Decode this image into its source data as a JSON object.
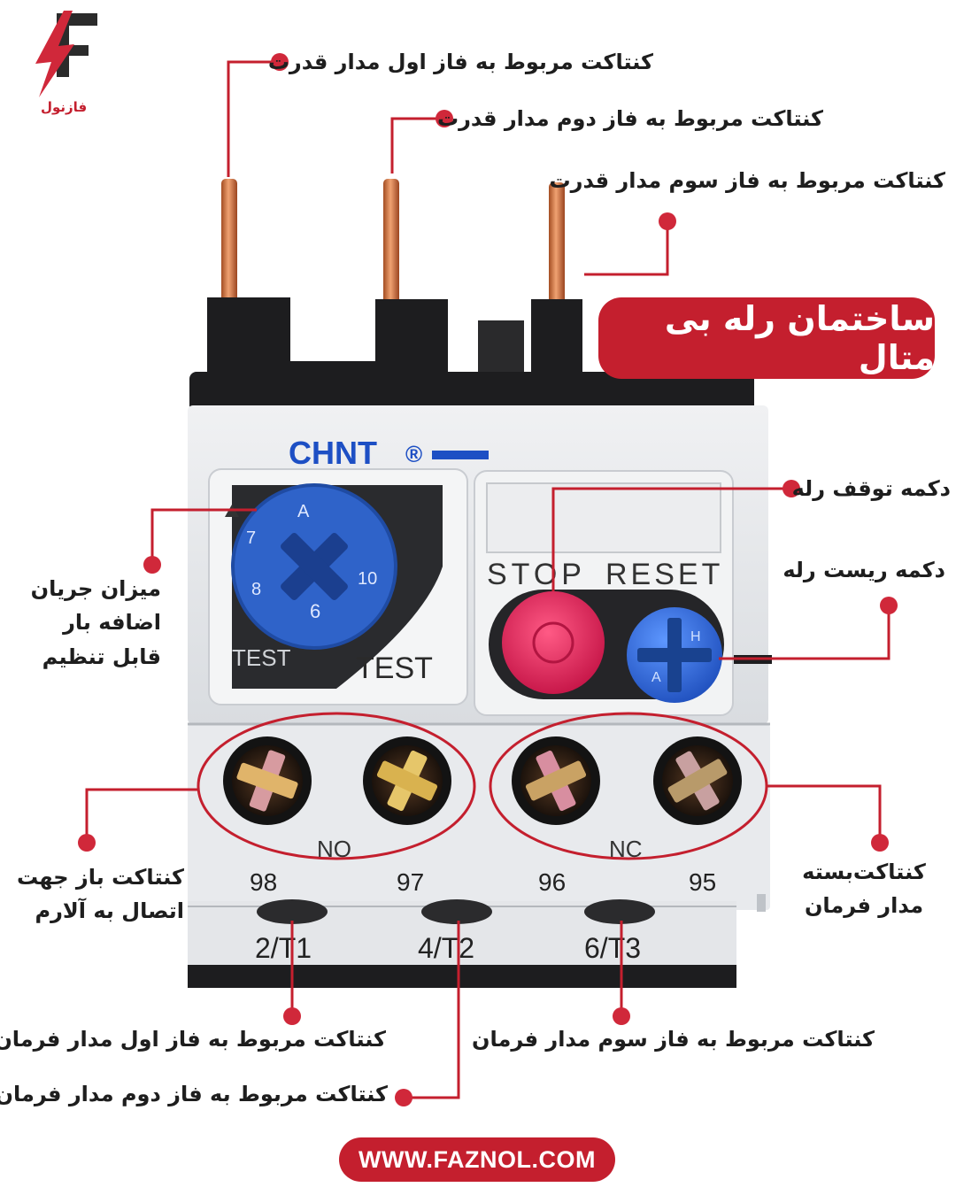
{
  "logo": {
    "text": "فازنول"
  },
  "title": "ساختمان رله بی متال",
  "website": "WWW.FAZNOL.COM",
  "device": {
    "brand": "CHNT",
    "brand_mark": "®",
    "stop_label": "STOP",
    "reset_label": "RESET",
    "test_small": "TEST",
    "test_large": "TEST",
    "dial_marks": [
      "A",
      "7",
      "8",
      "6",
      "10"
    ],
    "reset_letters": [
      "H",
      "A"
    ],
    "no_label": "NO",
    "nc_label": "NC",
    "aux_terminals": [
      "98",
      "97",
      "96",
      "95"
    ],
    "main_terminals": [
      "2/T1",
      "4/T2",
      "6/T3"
    ]
  },
  "labels": {
    "phase1_power": "کنتاکت مربوط به فاز اول مدار قدرت",
    "phase2_power": "کنتاکت مربوط به فاز دوم مدار قدرت",
    "phase3_power": "کنتاکت مربوط به فاز سوم مدار قدرت",
    "stop_button": "دکمه توقف رله",
    "reset_button": "دکمه ریست رله",
    "overload_line1": "میزان جریان",
    "overload_line2": "اضافه بار",
    "overload_line3": "قابل تنظیم",
    "no_contact_line1": "کنتاکت باز جهت",
    "no_contact_line2": "اتصال به آلارم",
    "nc_contact_line1": "کنتاکت‌بسته",
    "nc_contact_line2": "مدار فرمان",
    "phase1_control": "کنتاکت مربوط به فاز اول مدار فرمان",
    "phase2_control": "کنتاکت مربوط به فاز دوم مدار فرمان",
    "phase3_control": "کنتاکت مربوط به فاز سوم مدار فرمان"
  },
  "colors": {
    "accent": "#c41f2e",
    "leader": "#c41f2e",
    "dot": "#d0283a",
    "body": "#e4e7eb",
    "body_dark": "#1d1d1f",
    "dial_blue": "#2f63c9",
    "stop_red": "#e1345f",
    "reset_blue": "#2f6fe0",
    "copper": "#d07a47",
    "brand_blue": "#1d4fc4"
  }
}
